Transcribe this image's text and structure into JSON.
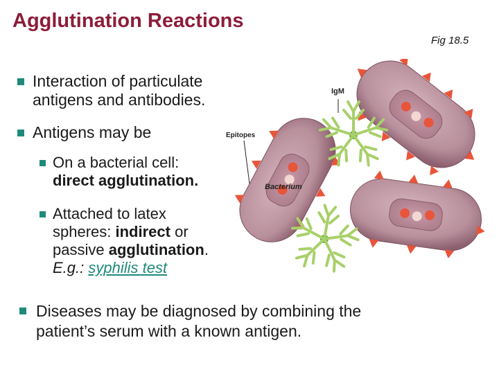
{
  "slide": {
    "title": "Agglutination Reactions",
    "fig_label": "Fig 18.5"
  },
  "bullets": {
    "b1": {
      "line1": "Interaction of  particulate",
      "line2": "antigens and antibodies."
    },
    "b2": {
      "text": "Antigens may be"
    },
    "b3": {
      "line1": "On a bacterial cell:",
      "line2": "direct agglutination."
    },
    "b4": {
      "line1": "Attached to latex",
      "line2_pre": "spheres: ",
      "line2_bold": "indirect",
      "line2_post": " or",
      "line3_pre": "passive ",
      "line3_bold": "agglutination",
      "line3_post": ".",
      "line4_pre": "E.g.: ",
      "line4_link": "syphilis test"
    },
    "b5": {
      "line1": "Diseases may be diagnosed by combining the",
      "line2": "patient’s serum with a known antigen."
    }
  },
  "figure": {
    "label_igm": "IgM",
    "label_epitopes": "Epitopes",
    "label_bacterium": "Bacterium"
  },
  "colors": {
    "title": "#8c1d3a",
    "bullet_marker": "#1f8a7a",
    "link": "#1f8a7a",
    "bacterium_fill": "#b8909c",
    "epitope": "#e8553a",
    "antibody": "#a8d06a"
  }
}
